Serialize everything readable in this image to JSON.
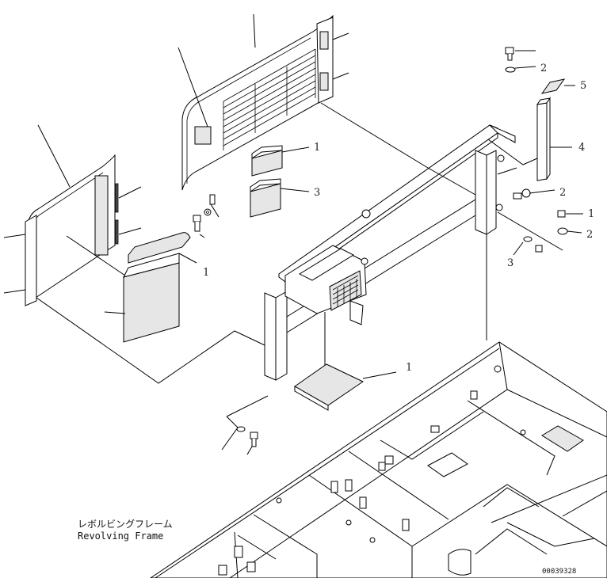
{
  "caption": {
    "japanese": "レボルビングフレーム",
    "english": "Revolving Frame"
  },
  "document_number": "00039328",
  "callouts": [
    {
      "id": "callout-1-panel-upper",
      "text": "1"
    },
    {
      "id": "callout-3-panel-lower",
      "text": "3"
    },
    {
      "id": "callout-5-strip",
      "text": "5"
    },
    {
      "id": "callout-4-post",
      "text": "4"
    },
    {
      "id": "callout-2-top-washer",
      "text": "2"
    },
    {
      "id": "callout-2-right-mid",
      "text": "2"
    },
    {
      "id": "callout-1-right-bolt",
      "text": "1"
    },
    {
      "id": "callout-2-right-washer",
      "text": "2"
    },
    {
      "id": "callout-3-lower-bolt",
      "text": "3"
    },
    {
      "id": "callout-1-left-pad",
      "text": "1"
    },
    {
      "id": "callout-1-floor-pad",
      "text": "1"
    }
  ]
}
